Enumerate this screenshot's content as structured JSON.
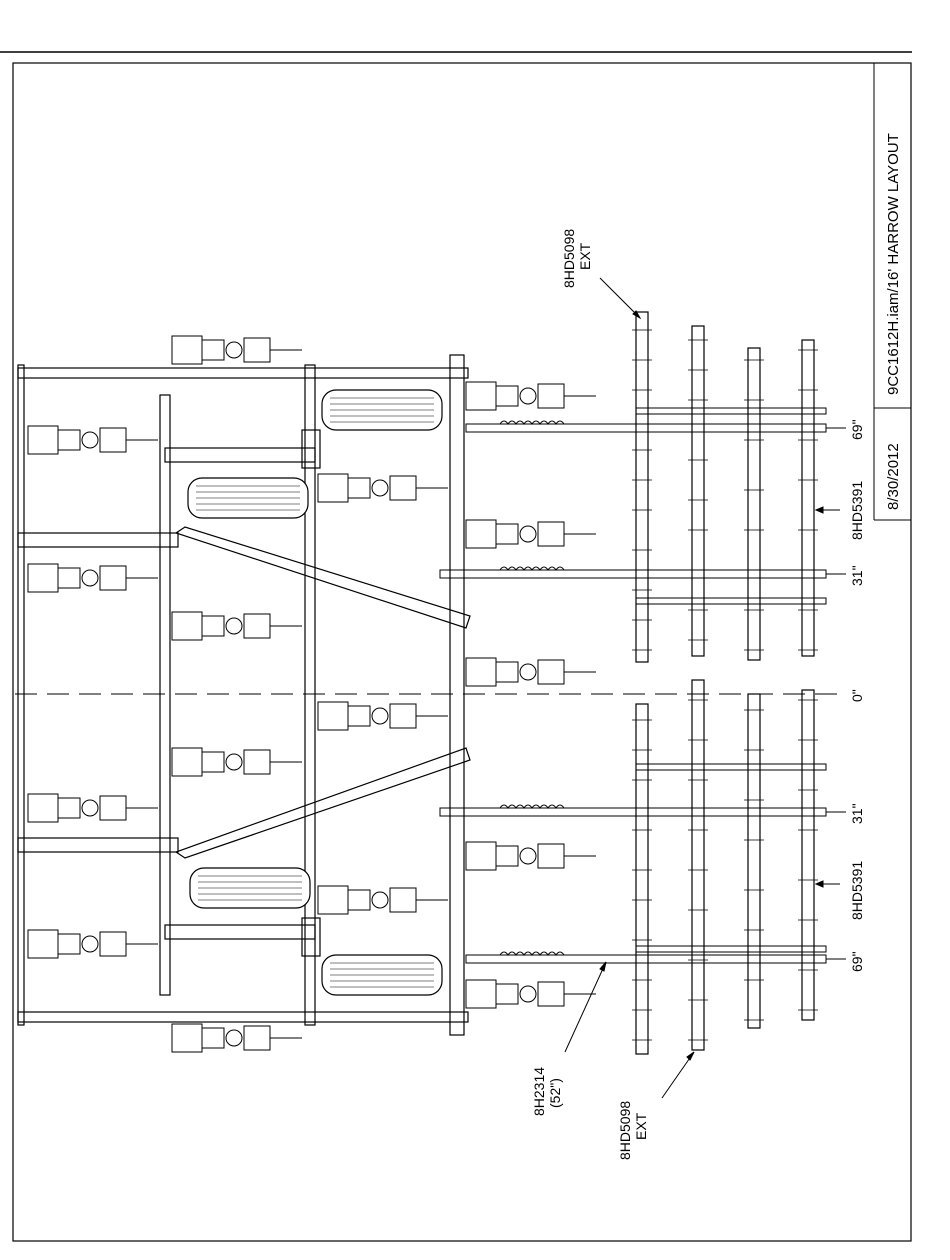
{
  "title_block": {
    "title": "9CC1612H.iam/16' HARROW LAYOUT",
    "date": "8/30/2012"
  },
  "callouts": {
    "part_top": {
      "line1": "8HD5098",
      "line2": "EXT"
    },
    "part_bottom": {
      "line1": "8HD5098",
      "line2": "EXT"
    },
    "tine_bar": {
      "line1": "8H2314",
      "line2": "(52\")"
    },
    "bracket_a": "8HD5391",
    "bracket_b": "8HD5391"
  },
  "dimensions": {
    "d1": "69\"",
    "d2": "31\"",
    "d3": "0\"",
    "d4": "31\"",
    "d5": "69\""
  }
}
